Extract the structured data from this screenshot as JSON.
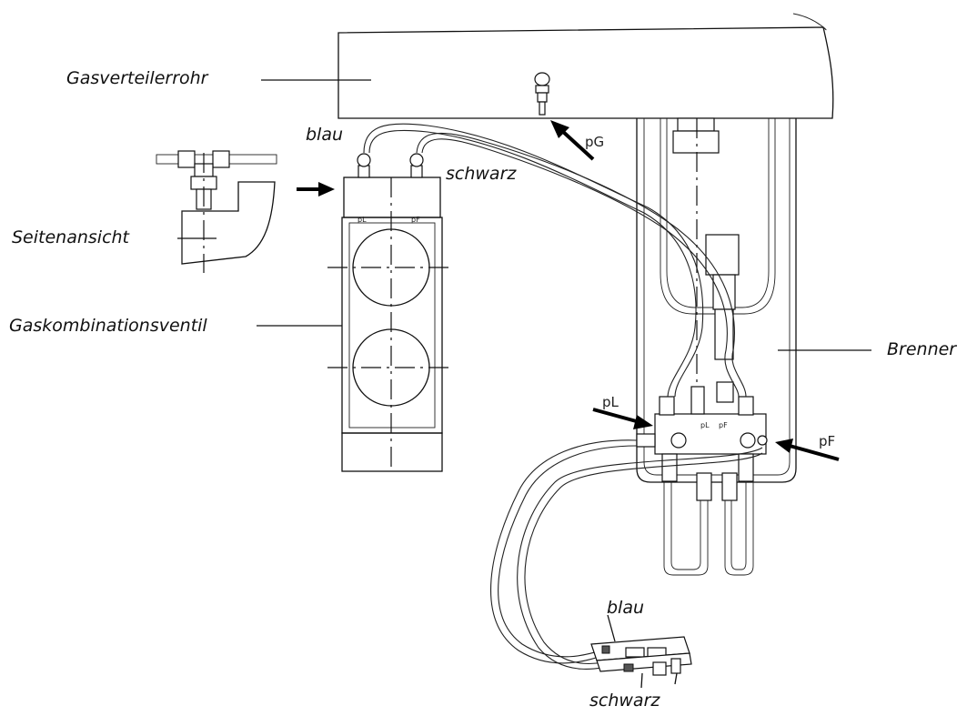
{
  "labels": {
    "gasverteilerrohr": "Gasverteilerrohr",
    "blau_top": "blau",
    "pg": "pG",
    "schwarz_top": "schwarz",
    "seitenansicht": "Seitenansicht",
    "gaskombinationsventil": "Gaskombinationsventil",
    "brenner": "Brenner",
    "pl": "pL",
    "pf": "pF",
    "blau_bottom": "blau",
    "schwarz_bottom": "schwarz",
    "valve_pl": "pL",
    "valve_pf": "pF",
    "block_pl": "pL",
    "block_pf": "pF"
  }
}
